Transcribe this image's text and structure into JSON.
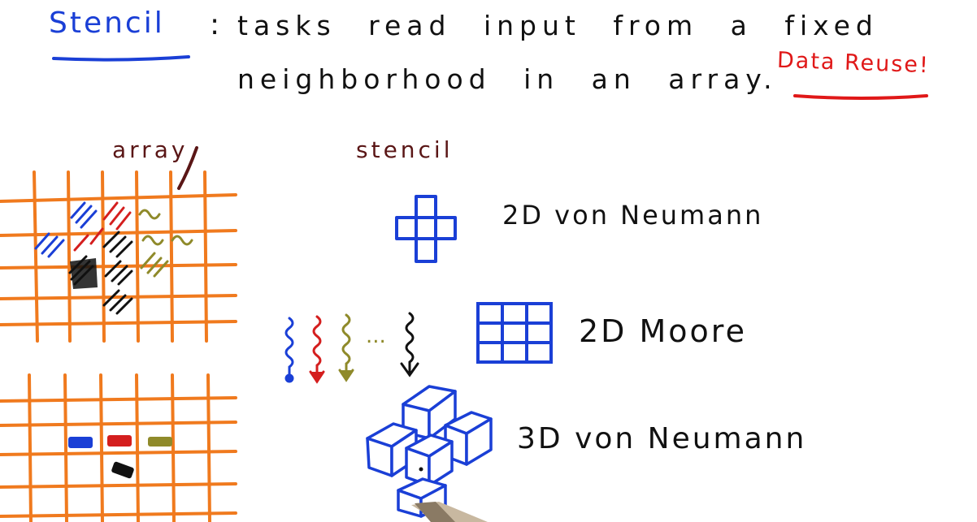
{
  "header": {
    "term": "Stencil",
    "colon": ":",
    "definition_line1": "tasks read input from a fixed",
    "definition_line2": "neighborhood in an array.",
    "note": "Data Reuse!"
  },
  "labels": {
    "array": "array",
    "stencil": "stencil"
  },
  "stencils": [
    {
      "name": "2D von Neumann"
    },
    {
      "name": "2D Moore"
    },
    {
      "name": "3D von Neumann"
    }
  ],
  "ellipsis": "...",
  "colors": {
    "term": "#1a3fd6",
    "note": "#e01818",
    "grid": "#f07a1e",
    "label_dark": "#5a1616",
    "blue": "#1a3fd6",
    "red": "#d41e1e",
    "olive": "#8f8a2a",
    "black": "#111111"
  }
}
